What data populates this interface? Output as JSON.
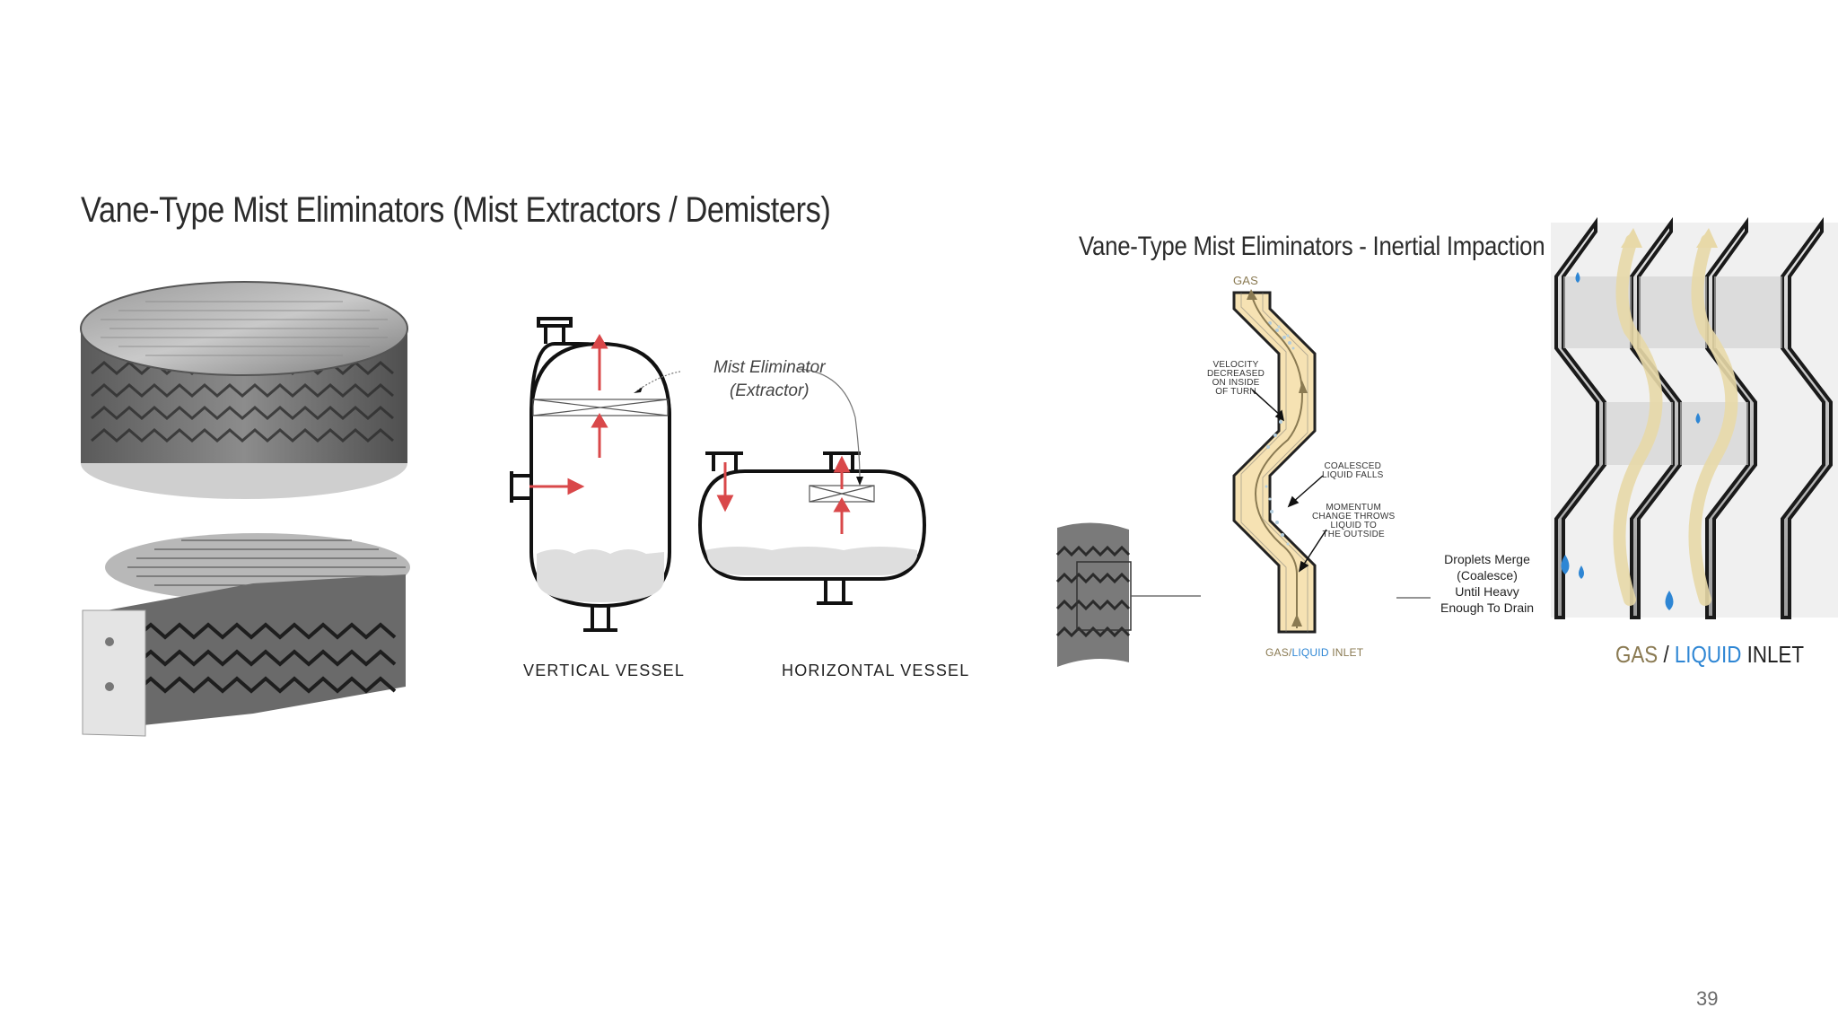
{
  "slide": {
    "title": "Vane-Type Mist Eliminators (Mist Extractors / Demisters)",
    "page_number": "39"
  },
  "vessels": {
    "callout_line1": "Mist Eliminator",
    "callout_line2": "(Extractor)",
    "vertical_label": "VERTICAL VESSEL",
    "horizontal_label": "HORIZONTAL VESSEL",
    "arrow_color": "#d9484a"
  },
  "impaction": {
    "title": "Vane-Type Mist Eliminators - Inertial Impaction",
    "gas_top": "GAS",
    "velocity_l1": "VELOCITY",
    "velocity_l2": "DECREASED",
    "velocity_l3": "ON INSIDE",
    "velocity_l4": "OF TURN",
    "coalesced_l1": "COALESCED",
    "coalesced_l2": "LIQUID FALLS",
    "momentum_l1": "MOMENTUM",
    "momentum_l2": "CHANGE THROWS",
    "momentum_l3": "LIQUID TO",
    "momentum_l4": "THE OUTSIDE",
    "inlet_gas": "GAS/",
    "inlet_liquid": "LIQUID",
    "inlet_word": " INLET",
    "droplets_l1": "Droplets Merge",
    "droplets_l2": "(Coalesce)",
    "droplets_l3": "Until Heavy",
    "droplets_l4": "Enough To Drain",
    "big_gas": "GAS",
    "big_slash": " / ",
    "big_liquid": "LIQUID",
    "big_inlet": " INLET",
    "gas_color": "#8a7a52",
    "liquid_color": "#2e86d4",
    "channel_fill": "#f6e2b3"
  }
}
